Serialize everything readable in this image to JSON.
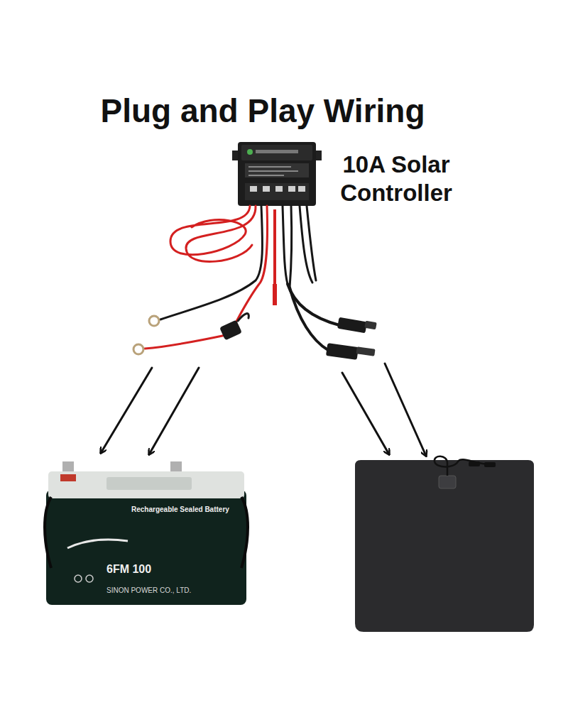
{
  "diagram": {
    "title": "Plug and Play Wiring",
    "labels": [
      "10A Solar Controller",
      "Rechargeable Sealed Battery",
      "6FM 100",
      "SINON POWER CO., LTD."
    ]
  }
}
